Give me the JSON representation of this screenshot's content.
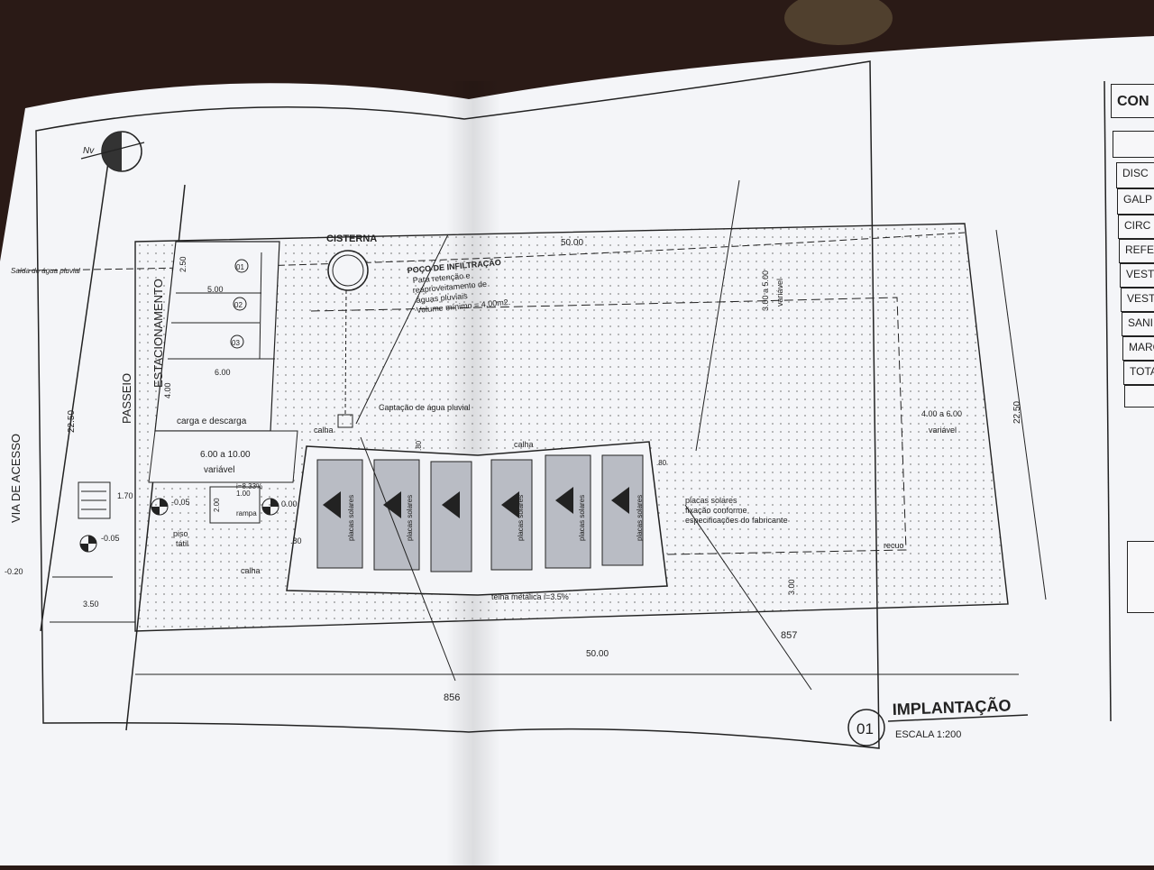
{
  "colors": {
    "table": "#2a1a16",
    "paper": "#f4f5f8",
    "line": "#222222",
    "dots": "#8a8a8a"
  },
  "title_block": {
    "number": "01",
    "title": "IMPLANTAÇÃO",
    "scale": "ESCALA 1:200"
  },
  "north_label": "Nv",
  "labels": {
    "via_acesso": "VIA DE ACESSO",
    "passeio": "PASSEIO",
    "estacionamento": "ESTACIONAMENTO",
    "cisterna": "CISTERNA",
    "poco": [
      "POÇO DE INFILTRAÇÃO",
      "Para retenção e",
      "reaproveitamento de",
      "águas pluviais",
      "Volume mínimo = 4,00m2."
    ],
    "captacao": "Captação de água pluvial",
    "saida": "Saída de água pluvial",
    "carga": "carga e descarga",
    "variavel_left": "6.00 a 10.00",
    "variavel_word": "variável",
    "calha": "calha",
    "placas": "placas solares",
    "placas_note": [
      "placas solares",
      "fixação conforme",
      "especificações do fabricante"
    ],
    "telha": "telha metálica i=3.5%",
    "rampa": "rampa",
    "rampa_slope": "i=8.33%",
    "piso": [
      "piso",
      "tátil"
    ],
    "recuo": "recuo",
    "right_var": "4.00 a 6.00",
    "right_var2": "variável",
    "top_var": "3.00 a 5.00",
    "top_var2": "variável"
  },
  "dimensions": {
    "top_width": "50.00",
    "bottom_width": "50.00",
    "right_depth": "22.50",
    "left_depth": "22.50",
    "d_2_50": "2.50",
    "d_5_00": "5.00",
    "d_6_00": "6.00",
    "d_4_00": "4.00",
    "d_3_50": "3.50",
    "d_1_70": "1.70",
    "d_1_00": "1.00",
    "d_2_00": "2.00",
    "d_80": ".80",
    "d_3_00": "3.00"
  },
  "levels": {
    "l1": "-0.05",
    "l2": "-0.05",
    "l3": "0.00",
    "l4": "-0.20"
  },
  "parking_spots": [
    "01",
    "02",
    "03"
  ],
  "section_marks": [
    "856",
    "857"
  ],
  "right_table": {
    "header": "CON",
    "rows": [
      "DISC",
      "GALP",
      "CIRC",
      "REFE",
      "VEST",
      "VEST",
      "SANI",
      "MARQ",
      "TOTA"
    ]
  }
}
